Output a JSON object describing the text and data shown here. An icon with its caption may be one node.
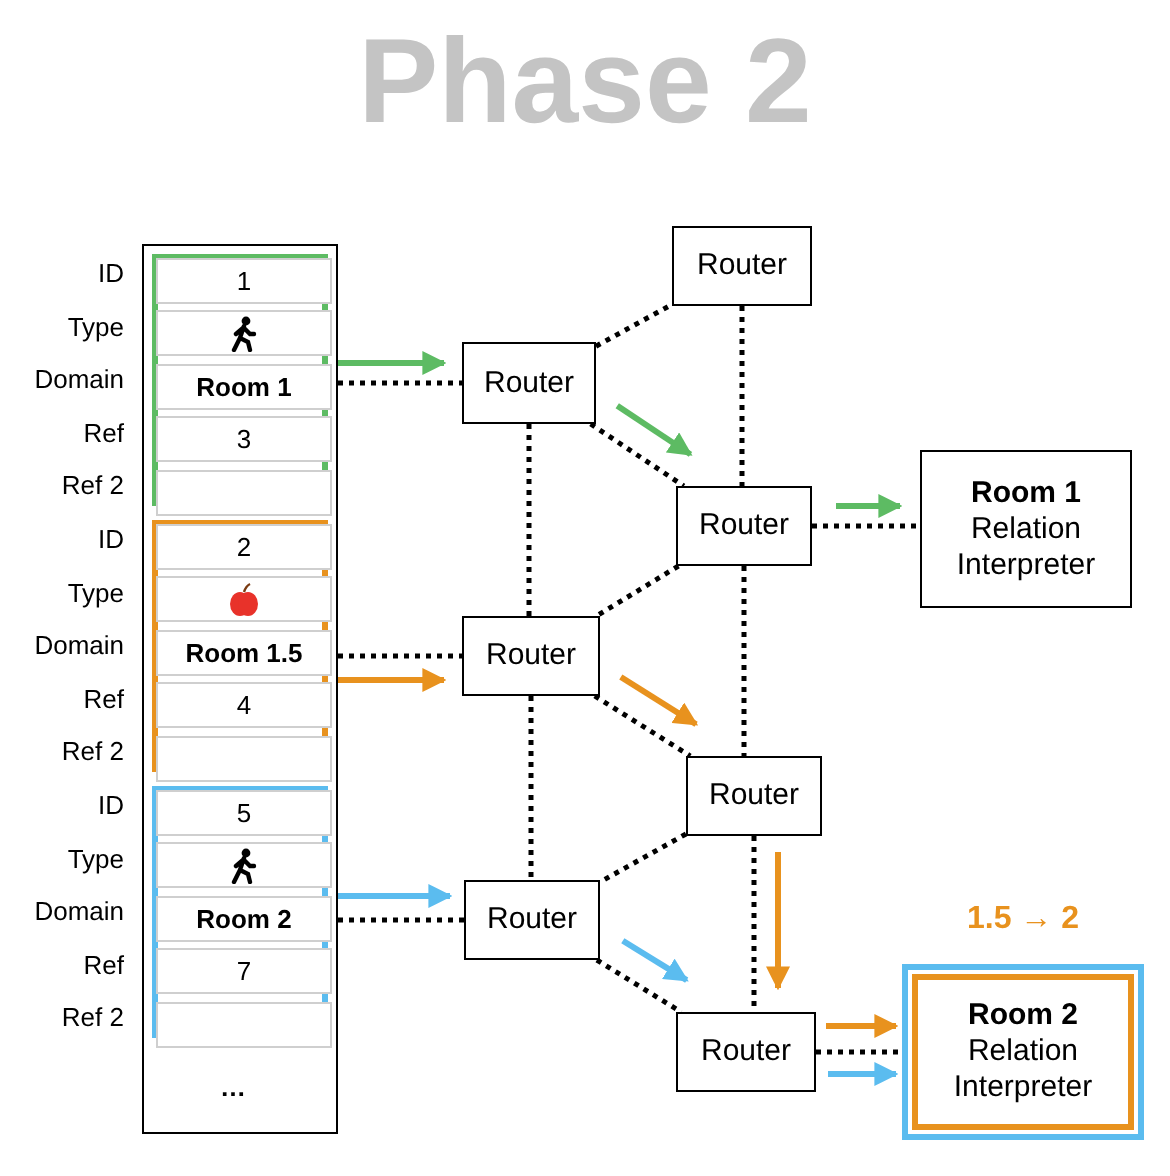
{
  "diagram": {
    "title": "Phase 2",
    "nodes": [
      {
        "text": [],
        "shape": "box"
      },
      {
        "text": [],
        "shape": "box",
        "in": 0
      },
      {
        "text": [
          "1"
        ],
        "in": 1
      },
      {
        "text": [],
        "shape": "box",
        "in": 1
      },
      {
        "text": [
          "Room 1"
        ],
        "in": 1
      },
      {
        "text": [
          "3"
        ],
        "in": 1
      },
      {
        "text": [],
        "shape": "box",
        "in": 1
      },
      {
        "text": [],
        "shape": "box",
        "in": 0
      },
      {
        "text": [
          "2"
        ],
        "in": 7
      },
      {
        "text": [],
        "shape": "box",
        "in": 7
      },
      {
        "text": [
          "Room 1.5"
        ],
        "in": 7
      },
      {
        "text": [
          "4"
        ],
        "in": 7
      },
      {
        "text": [],
        "shape": "box",
        "in": 7
      },
      {
        "text": [],
        "shape": "box",
        "in": 0
      },
      {
        "text": [
          "5"
        ],
        "in": 13
      },
      {
        "text": [],
        "shape": "box",
        "in": 13
      },
      {
        "text": [
          "Room 2"
        ],
        "in": 13
      },
      {
        "text": [
          "7"
        ],
        "in": 13
      },
      {
        "text": [],
        "shape": "box",
        "in": 13
      },
      {
        "text": [
          "Router"
        ]
      },
      {
        "text": [
          "Router"
        ]
      },
      {
        "text": [
          "Router"
        ]
      },
      {
        "text": [
          "Room 1",
          "Relation Interpreter"
        ]
      },
      {
        "text": [
          "Router"
        ]
      },
      {
        "text": [
          "Router"
        ]
      },
      {
        "text": [
          "Router"
        ]
      },
      {
        "text": [
          "Router"
        ]
      },
      {
        "text": [
          "Room 2",
          "Relation Interpreter"
        ],
        "beside": [
          "1.5 → 2"
        ]
      }
    ],
    "edges": [
      {
        "from": 0,
        "to": 20,
        "arrow": "none",
        "style": "dashed"
      },
      {
        "from": 0,
        "to": 23,
        "arrow": "none",
        "style": "dashed"
      },
      {
        "from": 0,
        "to": 25,
        "arrow": "none",
        "style": "dashed"
      },
      {
        "from": 20,
        "to": 19,
        "arrow": "none",
        "style": "dashed"
      },
      {
        "from": 19,
        "to": 21,
        "arrow": "none",
        "style": "dashed"
      },
      {
        "from": 20,
        "to": 21,
        "arrow": "none",
        "style": "dashed"
      },
      {
        "from": 20,
        "to": 23,
        "arrow": "none",
        "style": "dashed"
      },
      {
        "from": 21,
        "to": 22,
        "arrow": "none",
        "style": "dashed"
      },
      {
        "from": 21,
        "to": 23,
        "arrow": "none",
        "style": "dashed"
      },
      {
        "from": 23,
        "to": 24,
        "arrow": "none",
        "style": "dashed"
      },
      {
        "from": 21,
        "to": 24,
        "arrow": "none",
        "style": "dashed"
      },
      {
        "from": 23,
        "to": 25,
        "arrow": "none",
        "style": "dashed"
      },
      {
        "from": 24,
        "to": 25,
        "arrow": "none",
        "style": "dashed"
      },
      {
        "from": 24,
        "to": 26,
        "arrow": "none",
        "style": "dashed"
      },
      {
        "from": 25,
        "to": 26,
        "arrow": "none",
        "style": "dashed"
      },
      {
        "from": 26,
        "to": 27,
        "arrow": "none",
        "style": "dashed"
      },
      {
        "from": 1,
        "to": 20,
        "arrow": "to",
        "color": "#5dbb63"
      },
      {
        "from": 20,
        "to": 21,
        "arrow": "to",
        "color": "#5dbb63"
      },
      {
        "from": 21,
        "to": 22,
        "arrow": "to",
        "color": "#5dbb63"
      },
      {
        "from": 7,
        "to": 23,
        "arrow": "to",
        "color": "#e8921e"
      },
      {
        "from": 23,
        "to": 24,
        "arrow": "to",
        "color": "#e8921e"
      },
      {
        "from": 24,
        "to": 26,
        "arrow": "to",
        "color": "#e8921e"
      },
      {
        "from": 26,
        "to": 27,
        "arrow": "to",
        "color": "#e8921e"
      },
      {
        "from": 13,
        "to": 25,
        "arrow": "to",
        "color": "#5bbcef"
      },
      {
        "from": 25,
        "to": 26,
        "arrow": "to",
        "color": "#5bbcef"
      },
      {
        "from": 26,
        "to": 27,
        "arrow": "to",
        "color": "#5bbcef"
      }
    ],
    "labels": [
      "ID",
      "Type",
      "Domain",
      "Ref",
      "Ref 2",
      "ID",
      "Type",
      "Domain",
      "Ref",
      "Ref 2",
      "ID",
      "Type",
      "Domain",
      "Ref",
      "Ref 2",
      "…"
    ]
  }
}
